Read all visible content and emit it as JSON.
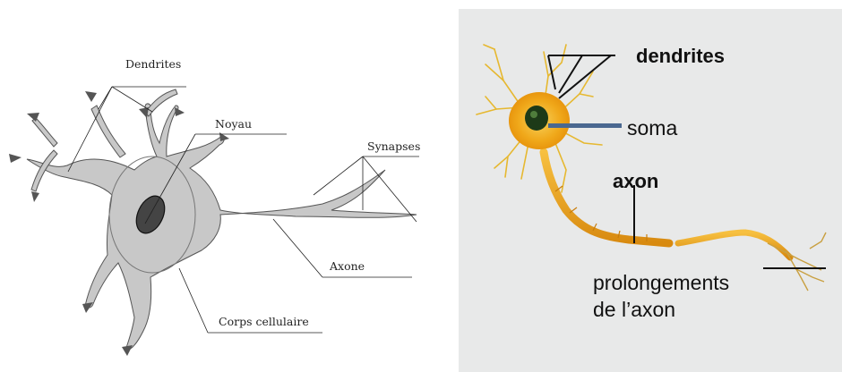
{
  "left_diagram": {
    "labels": {
      "dendrites": "Dendrites",
      "noyau": "Noyau",
      "synapses": "Synapses",
      "axone": "Axone",
      "corps": "Corps cellulaire"
    },
    "colors": {
      "cell": "#c8c8c8",
      "nucleus": "#444444",
      "outline": "#555555"
    }
  },
  "right_diagram": {
    "labels": {
      "dendrites": "dendrites",
      "soma": "soma",
      "axon": "axon",
      "prolong_1": "prolongements",
      "prolong_2": "de l’axon"
    },
    "colors": {
      "background": "#e8e9e9",
      "neuron": "#f2b21d",
      "nucleus": "#1d3a18"
    }
  }
}
